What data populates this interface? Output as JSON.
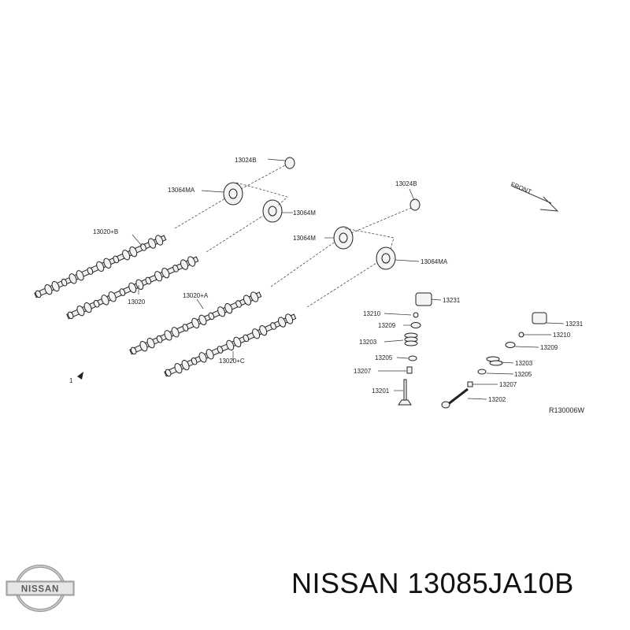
{
  "diagram": {
    "labels": {
      "l_13024b_a": "13024B",
      "l_13064ma_a": "13064MA",
      "l_13064m_a": "13064M",
      "l_13020b": "13020+B",
      "l_13020": "13020",
      "l_13024b_b": "13024B",
      "l_13064m_b": "13064M",
      "l_13064ma_b": "13064MA",
      "l_13020a": "13020+A",
      "l_13020c": "13020+C",
      "l_13210_a": "13210",
      "l_13209_a": "13209",
      "l_13203_a": "13203",
      "l_13205_a": "13205",
      "l_13207_a": "13207",
      "l_13201": "13201",
      "l_13231_a": "13231",
      "l_13231_b": "13231",
      "l_13210_b": "13210",
      "l_13209_b": "13209",
      "l_13203_b": "13203",
      "l_13205_b": "13205",
      "l_13207_b": "13207",
      "l_13202": "13202",
      "front": "FRONT",
      "ref_code": "R130006W",
      "marker": "1"
    }
  },
  "footer": {
    "logo_text": "NISSAN",
    "title": "NISSAN 13085JA10B"
  }
}
